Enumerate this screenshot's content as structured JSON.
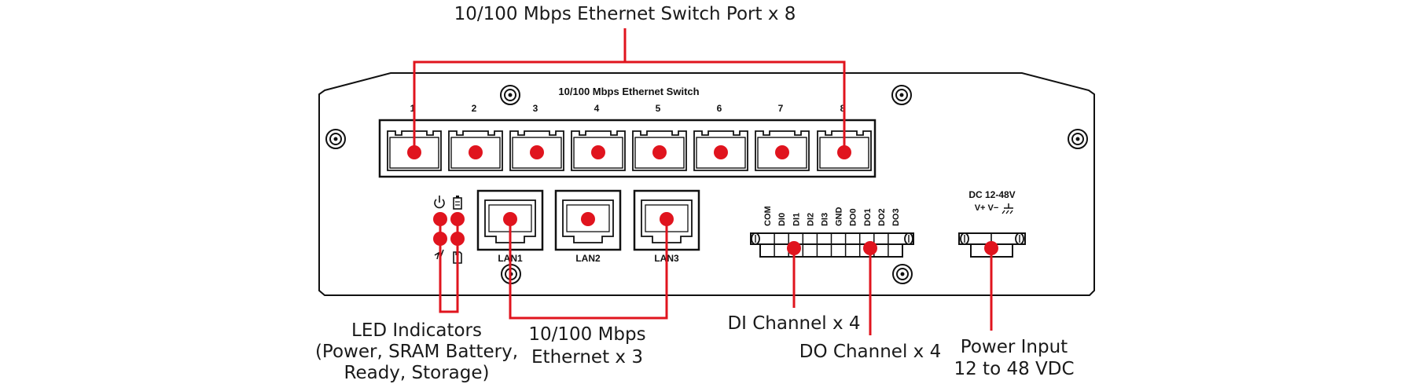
{
  "colors": {
    "callout_line": "#e0141e",
    "outline": "#111111",
    "background": "#ffffff"
  },
  "panel": {
    "switch_title": "10/100 Mbps Ethernet Switch",
    "switch_port_numbers": [
      "1",
      "2",
      "3",
      "4",
      "5",
      "6",
      "7",
      "8"
    ],
    "lan_labels": [
      "LAN1",
      "LAN2",
      "LAN3"
    ],
    "terminal_labels": [
      "COM",
      "DI0",
      "DI1",
      "DI2",
      "DI3",
      "GND",
      "DO0",
      "DO1",
      "DO2",
      "DO3"
    ],
    "power_label": "DC 12-48V",
    "power_polarity": "V+ V−",
    "led_icons": [
      "power-icon",
      "battery-icon",
      "ready-icon",
      "storage-icon"
    ]
  },
  "callouts": {
    "switch_ports": "10/100 Mbps Ethernet Switch Port x 8",
    "led_line1": "LED Indicators",
    "led_line2": "(Power, SRAM Battery,",
    "led_line3": "Ready, Storage)",
    "ethernet_line1": "10/100 Mbps",
    "ethernet_line2": "Ethernet x 3",
    "di": "DI Channel x 4",
    "do": "DO Channel x 4",
    "power_line1": "Power Input",
    "power_line2": "12 to 48 VDC"
  }
}
